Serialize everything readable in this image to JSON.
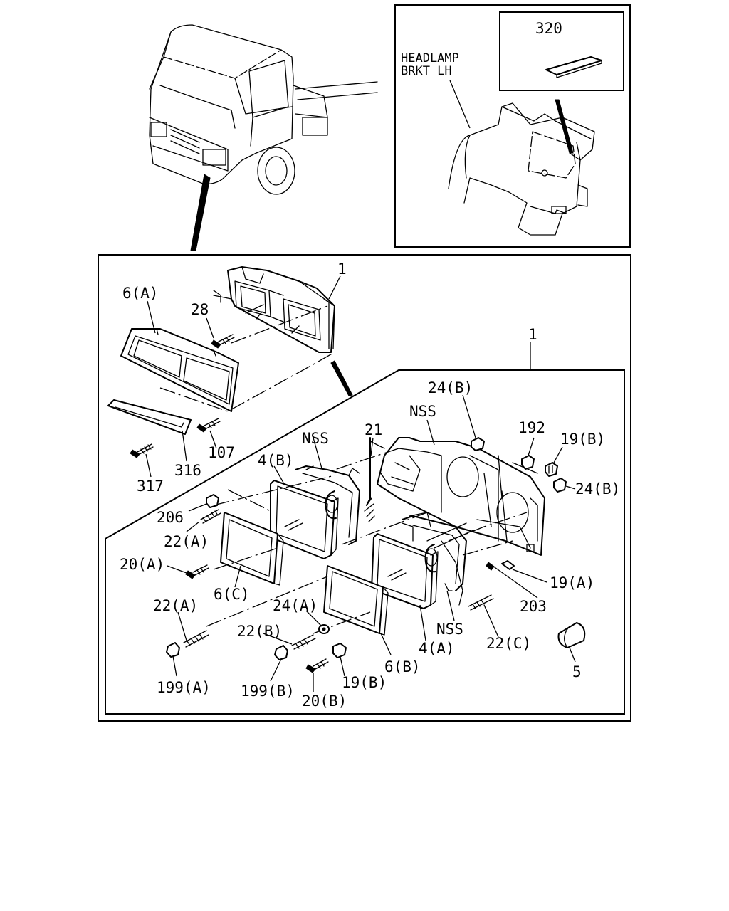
{
  "inset": {
    "bracket_label_line1": "HEADLAMP",
    "bracket_label_line2": "BRKT LH",
    "part_320": "320"
  },
  "callouts": {
    "p1_top": "1",
    "p1_mid": "1",
    "p6a": "6(A)",
    "p28": "28",
    "p107": "107",
    "p316": "316",
    "p317": "317",
    "p24b_top": "24(B)",
    "nss_top": "NSS",
    "p192": "192",
    "p19b_top": "19(B)",
    "p24b_right": "24(B)",
    "p21": "21",
    "nss_mid": "NSS",
    "p4b": "4(B)",
    "p206": "206",
    "p22a_top": "22(A)",
    "p20a": "20(A)",
    "p6c": "6(C)",
    "p19a": "19(A)",
    "p203": "203",
    "p24a": "24(A)",
    "p22a_bottom": "22(A)",
    "p22b": "22(B)",
    "nss_bottom": "NSS",
    "p4a": "4(A)",
    "p22c": "22(C)",
    "p6b": "6(B)",
    "p199a": "199(A)",
    "p199b": "199(B)",
    "p19b_bottom": "19(B)",
    "p20b": "20(B)",
    "p5": "5"
  }
}
